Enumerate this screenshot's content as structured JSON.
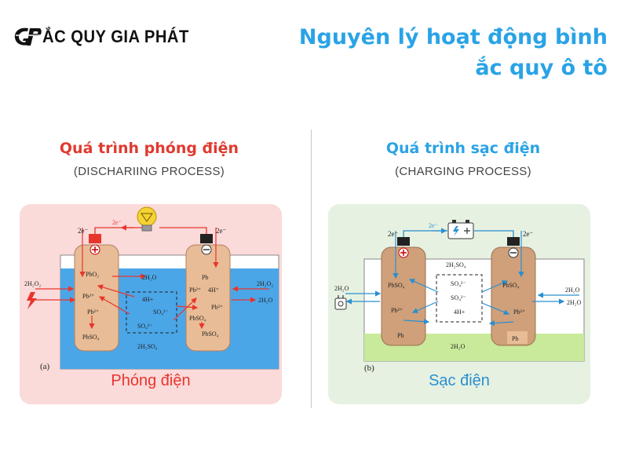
{
  "brand": {
    "name": "ẮC QUY GIA PHÁT"
  },
  "title": {
    "line1": "Nguyên lý hoạt động bình",
    "line2": "ắc quy ô tô"
  },
  "colors": {
    "title_blue": "#2aa3e6",
    "discharge_red": "#e8352c",
    "charge_blue": "#2a8fd0",
    "discharge_panel_bg": "#fbdada",
    "charge_panel_bg": "#e6f1e2",
    "electrolyte_blue": "#4ba6e8",
    "electrolyte_green": "#c8ea9a",
    "electrode_fill": "#e8bc96"
  },
  "discharging": {
    "title": "Quá trình phóng điện",
    "subtitle": "(DISCHARIING PROCESS)",
    "caption": "Phóng điện",
    "figure_label": "(a)",
    "electron_left": "2e⁻",
    "electron_top": "2e⁻",
    "electron_right": "2e⁻",
    "left_in_top": "2H₂O₂",
    "right_in_top": "2H₂O₂",
    "right_out": "2H₂O",
    "left_electrode": [
      "PbO₂",
      "Pb²⁺",
      "Pb²⁺",
      "PbSO₄"
    ],
    "right_electrode": [
      "Pb",
      "Pb²⁺",
      "4H⁺",
      "PbSO₄",
      "Pb²⁺",
      "PbSO₄"
    ],
    "center": {
      "top": "2H₂O",
      "ion1": "4H+",
      "ion2": "SO₄²⁻",
      "ion3": "SO₄²⁻",
      "bottom": "2H₂SO₄"
    },
    "icons": [
      "bulb-icon",
      "lightning-icon",
      "plus-icon",
      "minus-icon"
    ]
  },
  "charging": {
    "title": "Quá trình sạc điện",
    "subtitle": "(CHARGING PROCESS)",
    "caption": "Sạc điện",
    "figure_label": "(b)",
    "electron_left": "2e⁻",
    "electron_top": "2e⁻",
    "electron_right": "2e⁻",
    "left_in": "2H₂O",
    "right_in": "2H₂O",
    "right_out": "2H₂O",
    "left_electrode": [
      "PbSO₄",
      "Pb²⁺",
      "Pb"
    ],
    "right_electrode": [
      "PbSO₄",
      "Pb²⁺",
      "Pb"
    ],
    "center": {
      "top": "2H₂SO₄",
      "ion1": "SO₄²⁻",
      "ion2": "SO₄²⁻",
      "ion3": "4H+",
      "bottom": "2H₂O"
    },
    "icons": [
      "battery-icon",
      "plug-icon",
      "plus-icon",
      "minus-icon"
    ]
  }
}
